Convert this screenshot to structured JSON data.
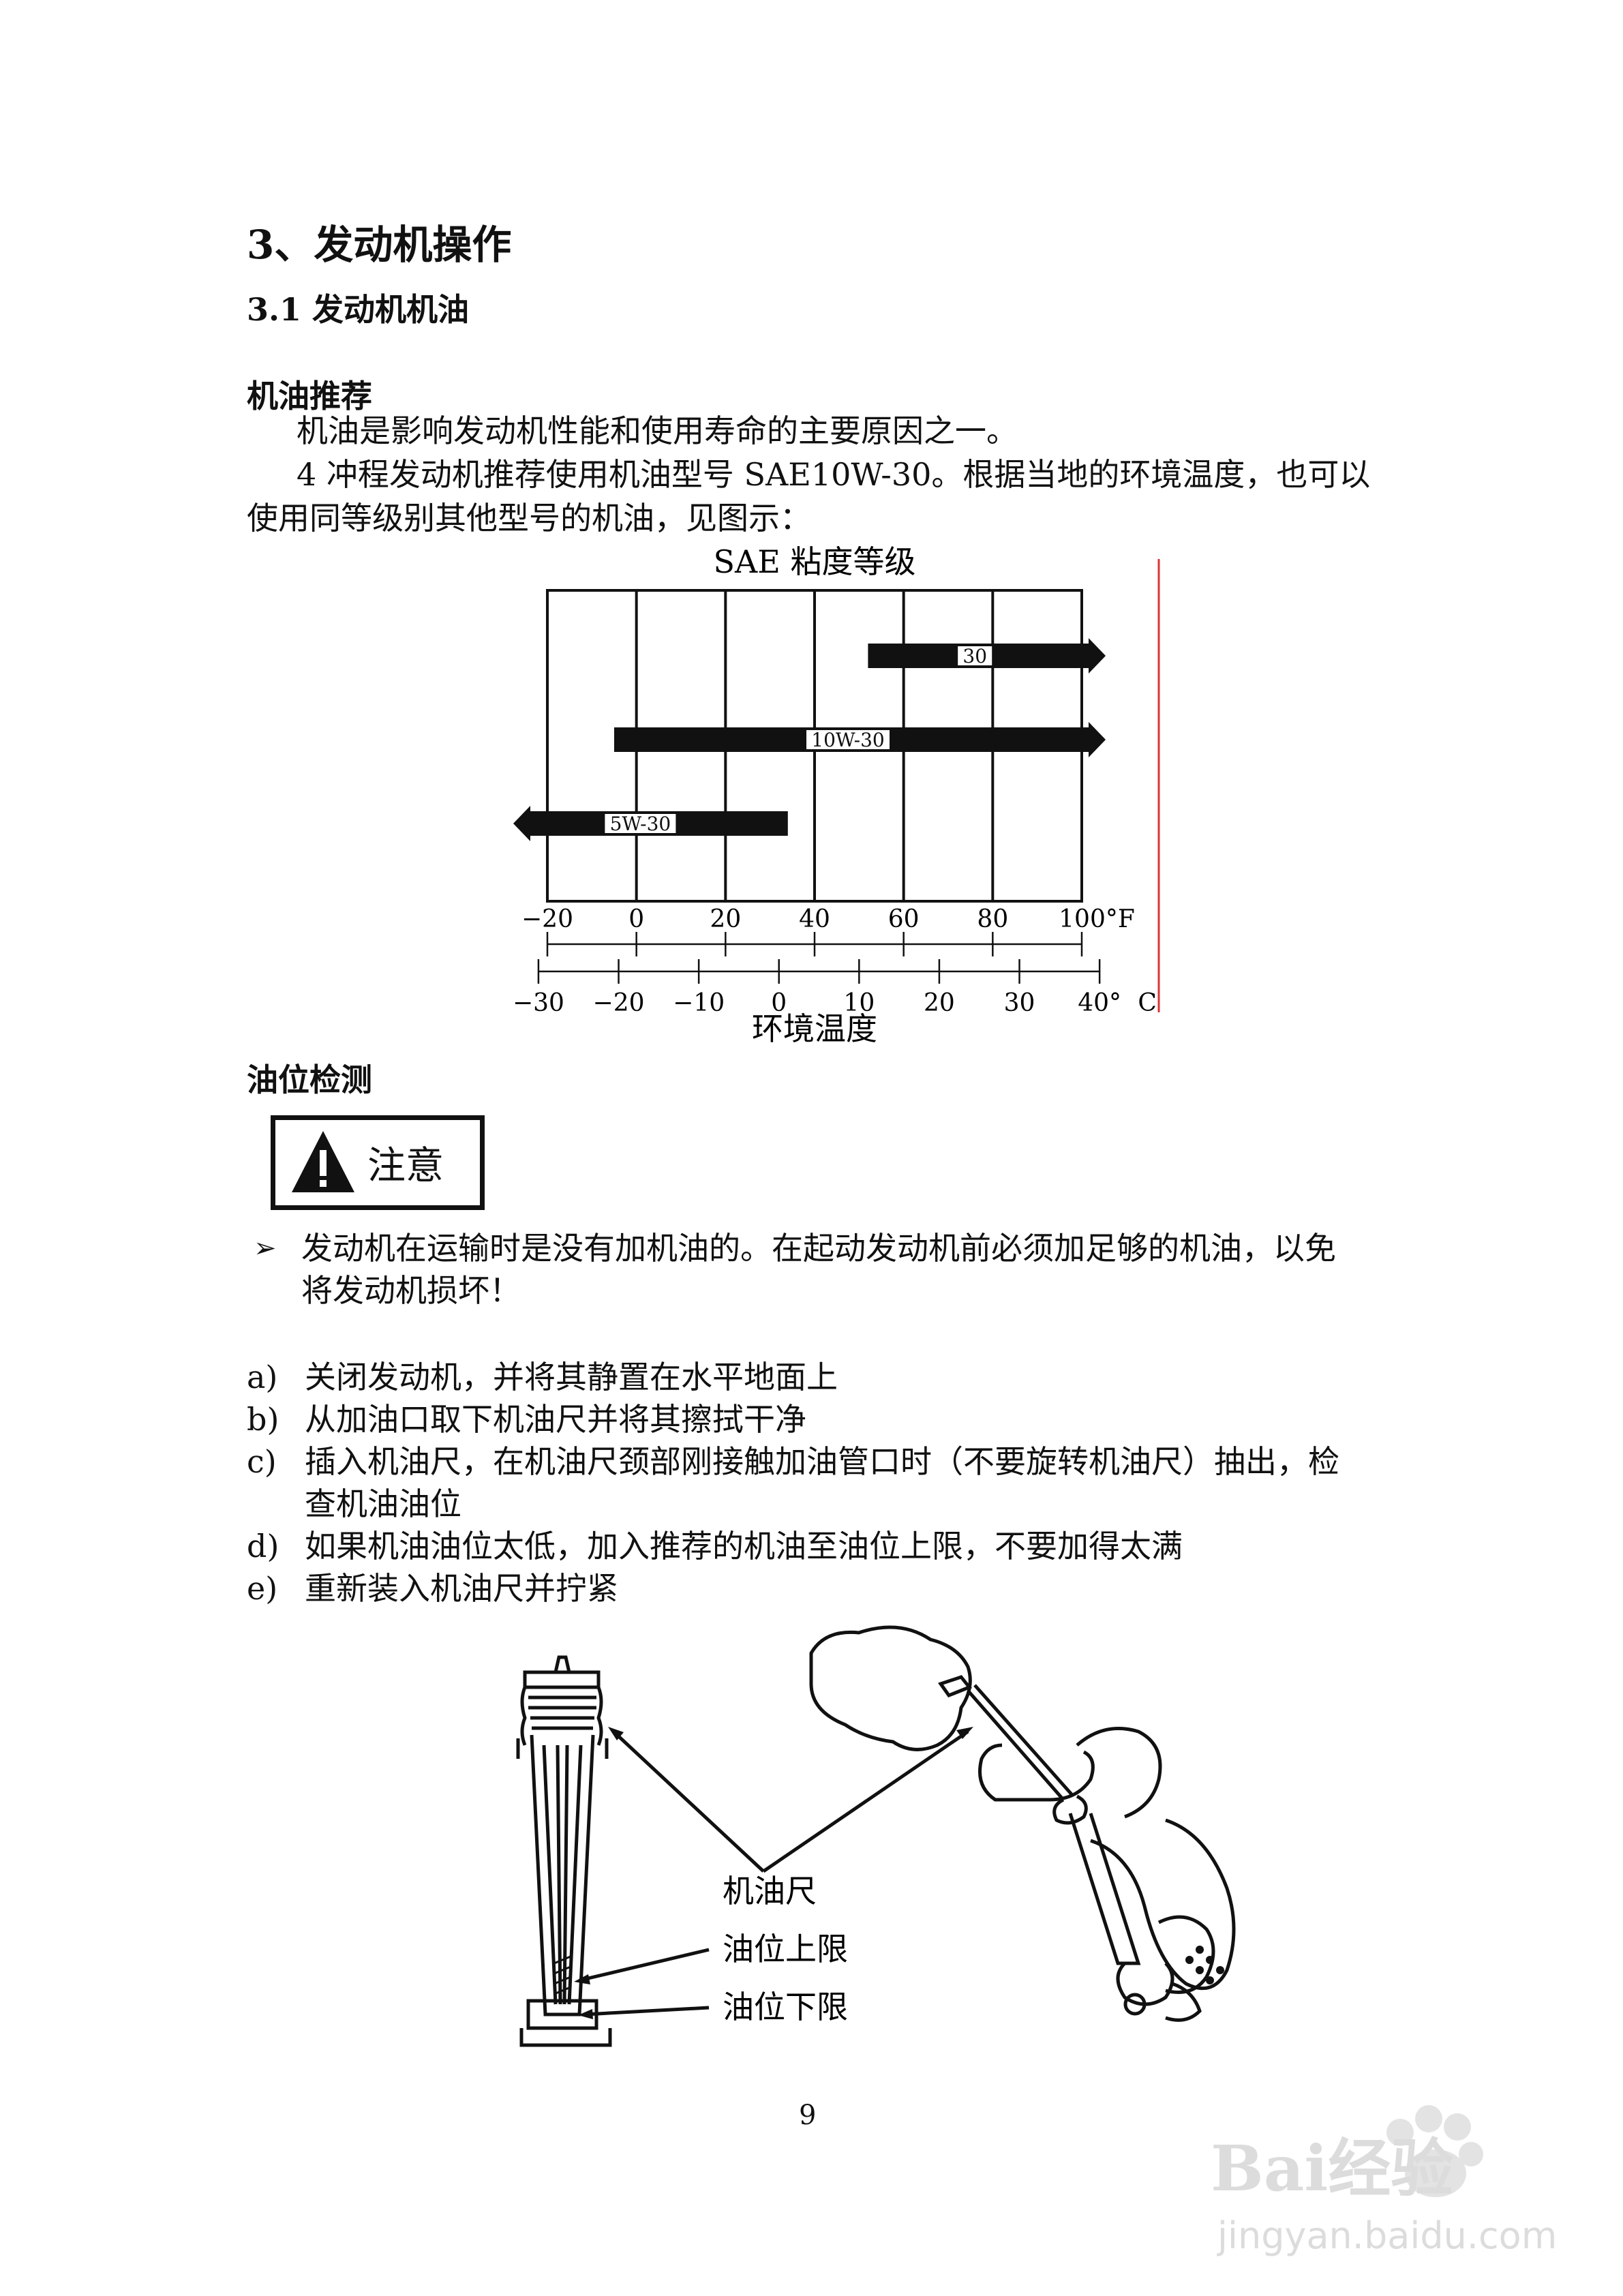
{
  "heading": "3、发动机操作",
  "section": "3.1 发动机机油",
  "sub_oil": "机油推荐",
  "para1": "机油是影响发动机性能和使用寿命的主要原因之一。",
  "para2_line1": "4 冲程发动机推荐使用机油型号 SAE10W-30。根据当地的环境温度，也可以",
  "para2_line2": "使用同等级别其他型号的机油，见图示：",
  "chart_data": {
    "type": "bar",
    "title": "SAE 粘度等级",
    "xlabel": "环境温度",
    "f_ticks": [
      "−20",
      "0",
      "20",
      "40",
      "60",
      "80",
      "100°F"
    ],
    "c_ticks": [
      "−30",
      "−20",
      "−10",
      "0",
      "10",
      "20",
      "30",
      "40°",
      "C"
    ],
    "xlim_f": [
      -20,
      100
    ],
    "series": [
      {
        "name": "30",
        "start_f": 52,
        "end_f": 100,
        "arrow": "right"
      },
      {
        "name": "10W-30",
        "start_f": -5,
        "end_f": 100,
        "arrow": "right"
      },
      {
        "name": "5W-30",
        "start_f": 34,
        "end_f": -20,
        "arrow": "left"
      }
    ]
  },
  "sub_level": "油位检测",
  "caution_label": "注意",
  "bullet_line1": "发动机在运输时是没有加机油的。在起动发动机前必须加足够的机油，以免",
  "bullet_line2": "将发动机损坏！",
  "steps": [
    {
      "label": "a)",
      "text": "关闭发动机，并将其静置在水平地面上"
    },
    {
      "label": "b)",
      "text": "从加油口取下机油尺并将其擦拭干净"
    },
    {
      "label": "c)",
      "text": "插入机油尺，在机油尺颈部刚接触加油管口时（不要旋转机油尺）抽出，检",
      "text2": "查机油油位"
    },
    {
      "label": "d)",
      "text": "如果机油油位太低，加入推荐的机油至油位上限，不要加得太满"
    },
    {
      "label": "e)",
      "text": "重新装入机油尺并拧紧"
    }
  ],
  "figure": {
    "label_dipstick": "机油尺",
    "label_upper": "油位上限",
    "label_lower": "油位下限"
  },
  "page_number": "9",
  "watermark": {
    "brand": "Bai经验",
    "url": "jingyan.baidu.com"
  }
}
